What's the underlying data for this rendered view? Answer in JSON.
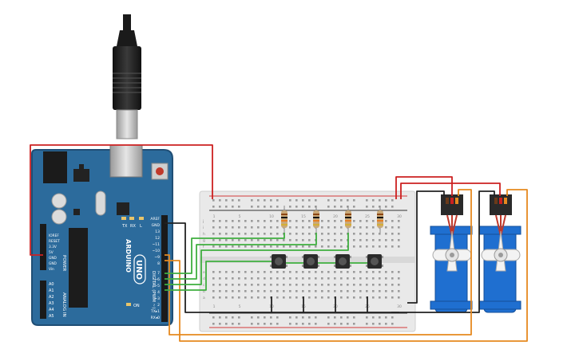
{
  "canvas": {
    "background": "#ffffff"
  },
  "colors": {
    "board": "#2c6b9c",
    "board_dark": "#1f4e75",
    "breadboard": "#e9e9e9",
    "rail_red": "#d33a3a",
    "rail_black": "#333333",
    "wire_red": "#cc2020",
    "wire_black": "#222222",
    "wire_green": "#3fae3f",
    "wire_orange": "#e6891f",
    "servo_blue": "#1f6fd0",
    "reset_red": "#c0392b"
  },
  "arduino": {
    "brand": "ARDUINO",
    "model": "UNO",
    "top_header_labels": [
      "AREF",
      "GND",
      "13",
      "12",
      "~11",
      "~10",
      "~9",
      "8",
      "7",
      "~6",
      "~5",
      "4",
      "~3",
      "2",
      "TX▸1",
      "RX◂0"
    ],
    "digital_label": "DIGITAL (PWM ~)",
    "power_labels": [
      "IOREF",
      "RESET",
      "3.3V",
      "5V",
      "GND",
      "GND",
      "Vin"
    ],
    "power_title": "POWER",
    "analog_labels": [
      "A0",
      "A1",
      "A2",
      "A3",
      "A4",
      "A5"
    ],
    "analog_title": "ANALOG IN",
    "led_labels": [
      "TX",
      "RX",
      "L",
      "ON"
    ]
  },
  "breadboard": {
    "row_letters_top": [
      "j",
      "i",
      "h",
      "g",
      "f"
    ],
    "row_letters_bottom": [
      "e",
      "d",
      "c",
      "b",
      "a"
    ],
    "column_numbers": [
      "1",
      "5",
      "10",
      "15",
      "20",
      "25",
      "30"
    ]
  },
  "components": {
    "pushbutton_count": 4,
    "resistor_count": 4,
    "servo_count": 2
  },
  "icons": {
    "usb": "usb-cable-icon",
    "servo": "servo-motor-icon",
    "button": "pushbutton-icon",
    "resistor": "resistor-icon"
  }
}
